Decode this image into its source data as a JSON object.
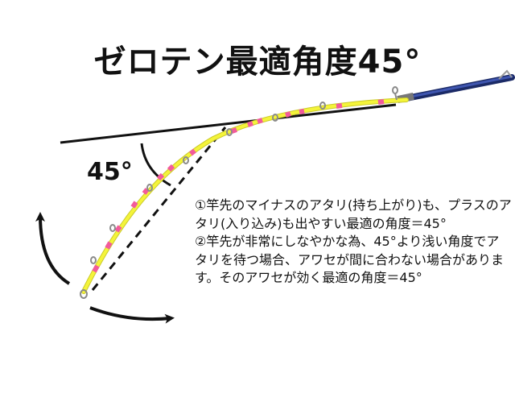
{
  "title": "ゼロテン最適角度45°",
  "angle_label": "45°",
  "explanation": {
    "point1": "①竿先のマイナスのアタリ(持ち上がり)も、プラスのアタリ(入り込み)も出やすい最適の角度＝45°",
    "point2": "②竿先が非常にしなやかな為、45°より浅い角度でアタリを待つ場合、アワセが間に合わない場合があります。そのアワセが効く最適の角度＝45°"
  },
  "colors": {
    "line": "#111111",
    "rod_tip": "#f4f43a",
    "rod_tip_outline": "#c9c92a",
    "wraps": "#f25b9b",
    "rod_blank": "#2b3f8f",
    "guides": "#9a9a9a"
  },
  "icons": [
    "rod-tip",
    "rod-guide",
    "angle-arc",
    "rotation-arrow"
  ]
}
